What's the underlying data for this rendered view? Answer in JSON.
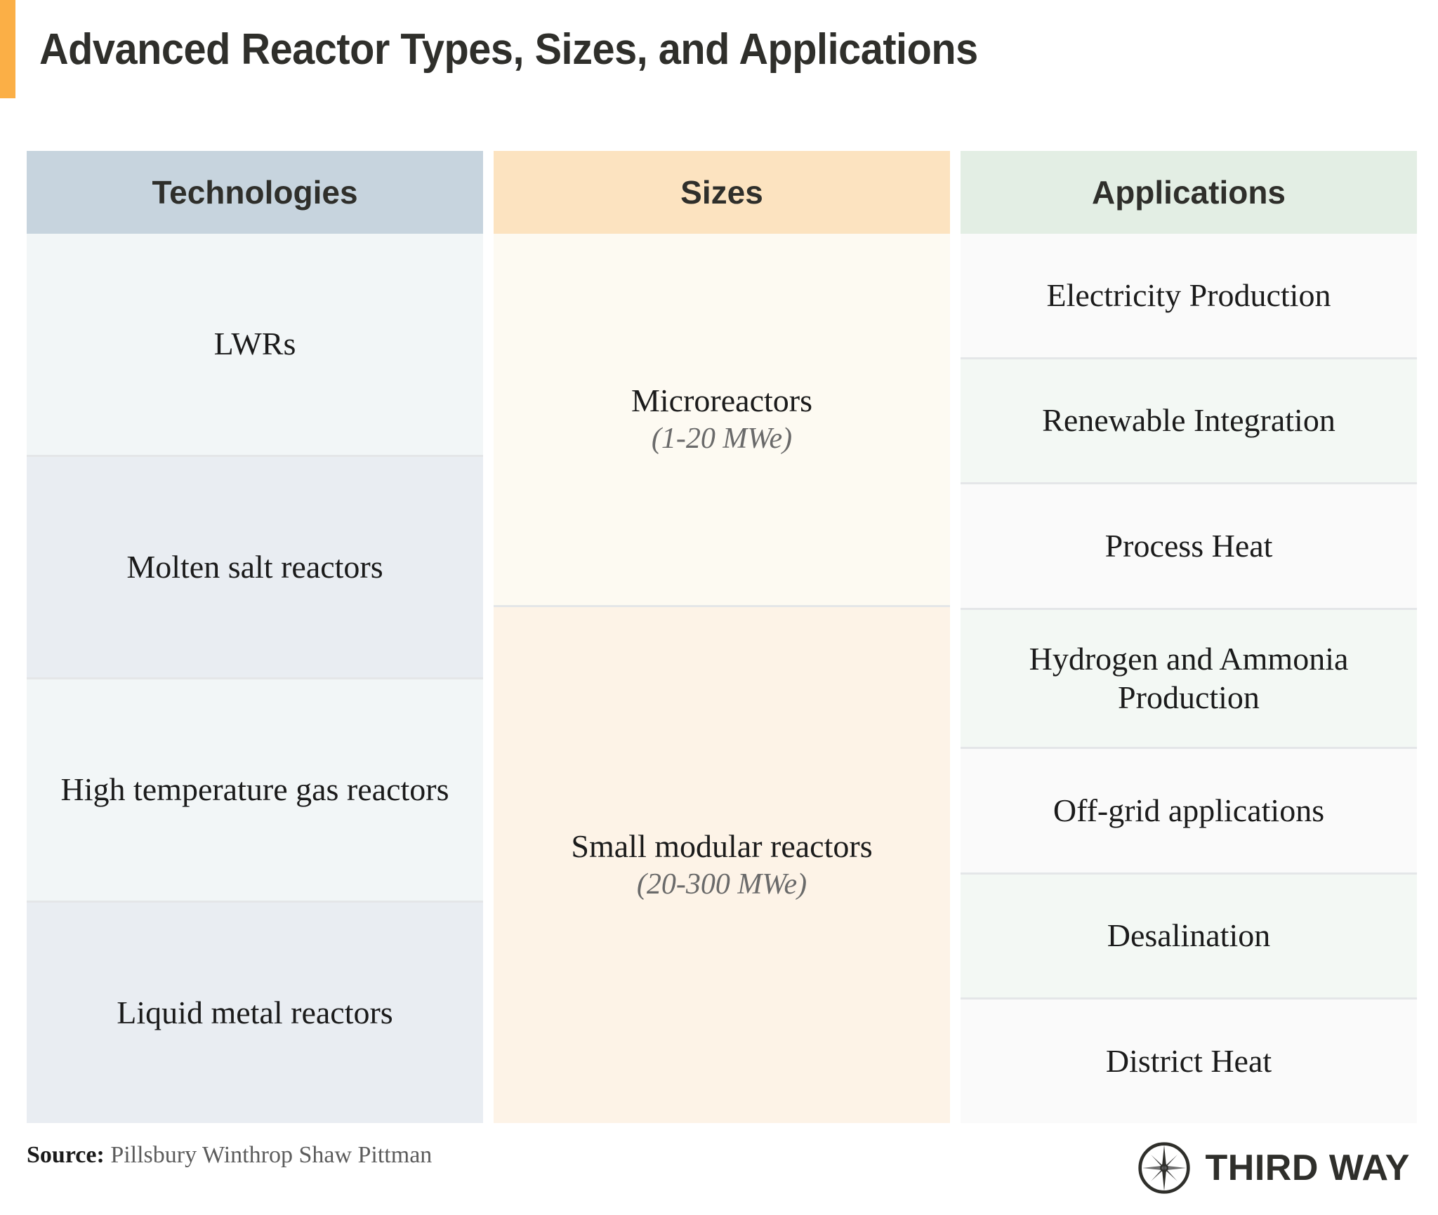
{
  "header": {
    "title": "Advanced Reactor Types, Sizes, and Applications",
    "accent_color": "#fbaf46"
  },
  "table": {
    "columns": [
      {
        "key": "technologies",
        "header": "Technologies",
        "header_color": "#c7d4de",
        "cells": [
          {
            "label": "LWRs"
          },
          {
            "label": "Molten salt reactors"
          },
          {
            "label": "High temperature gas reactors"
          },
          {
            "label": "Liquid metal reactors"
          }
        ]
      },
      {
        "key": "sizes",
        "header": "Sizes",
        "header_color": "#fce3c0",
        "cells": [
          {
            "label": "Microreactors",
            "sub": "(1-20 MWe)"
          },
          {
            "label": "Small modular reactors",
            "sub": "(20-300 MWe)"
          }
        ]
      },
      {
        "key": "applications",
        "header": "Applications",
        "header_color": "#e3eee4",
        "cells": [
          {
            "label": "Electricity Production"
          },
          {
            "label": "Renewable Integration"
          },
          {
            "label": "Process Heat"
          },
          {
            "label": "Hydrogen and Ammonia Production"
          },
          {
            "label": "Off-grid applications"
          },
          {
            "label": "Desalination"
          },
          {
            "label": "District Heat"
          }
        ]
      }
    ]
  },
  "footer": {
    "source_label": "Source:",
    "source_value": "Pillsbury Winthrop Shaw Pittman",
    "logo_text": "THIRD WAY",
    "logo_icon": "compass-star-icon"
  }
}
